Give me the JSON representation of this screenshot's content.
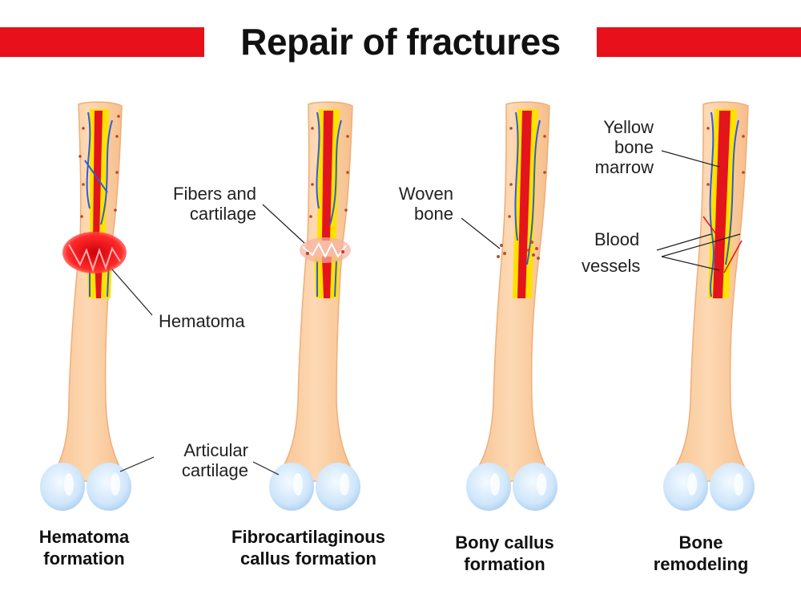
{
  "title": "Repair of  fractures",
  "colors": {
    "accent_red": "#e8101a",
    "bone": "#fbcfa3",
    "bone_outline": "#f2b27f",
    "marrow_yellow": "#ffe100",
    "blood_red": "#e3141c",
    "vessel_blue": "#2d5fd6",
    "cartilage_blue": "#cfe6fb"
  },
  "labels": {
    "hematoma": "Hematoma",
    "articular_1": "Articular",
    "articular_2": "cartilage",
    "fibers_1": "Fibers and",
    "fibers_2": "cartilage",
    "woven_1": "Woven",
    "woven_2": "bone",
    "yellow_1": "Yellow",
    "yellow_2": "bone",
    "yellow_3": "marrow",
    "blood_1": "Blood",
    "blood_2": "vessels"
  },
  "stages": [
    {
      "line1": "Hematoma",
      "line2": "formation"
    },
    {
      "line1": "Fibrocartilaginous",
      "line2": "callus formation"
    },
    {
      "line1": "Bony callus",
      "line2": "formation"
    },
    {
      "line1": "Bone",
      "line2": "remodeling"
    }
  ]
}
